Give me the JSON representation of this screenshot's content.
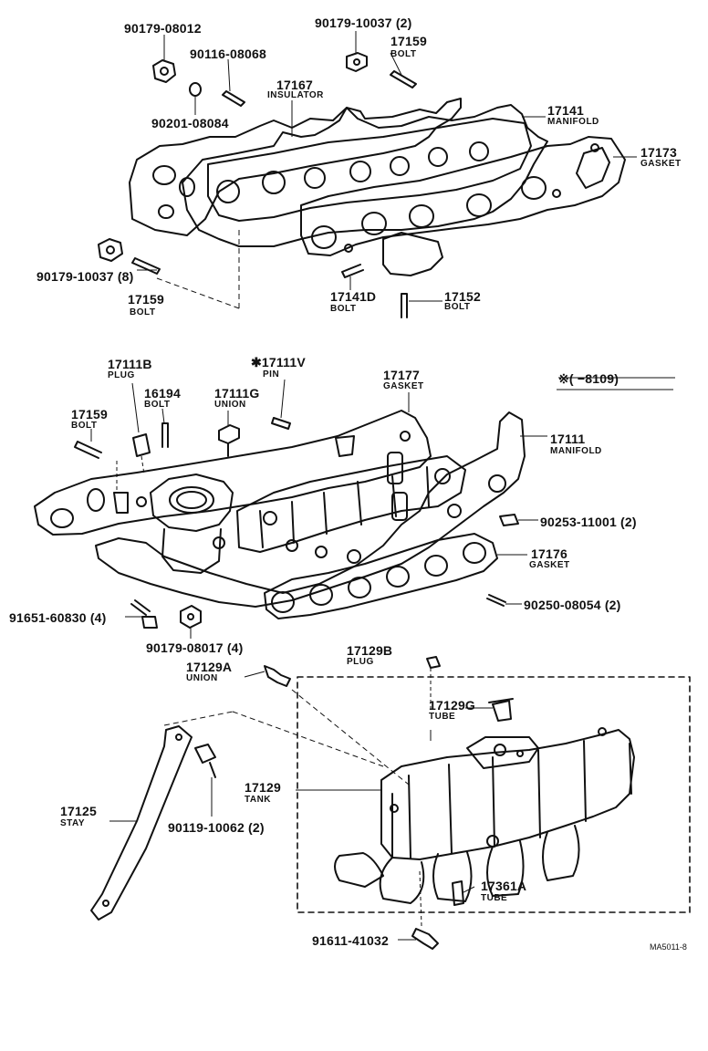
{
  "labels": {
    "p90179_08012": "90179-08012",
    "p90179_10037_2": "90179-10037 (2)",
    "p17159_top": "17159",
    "bolt_17159_top": "BOLT",
    "p90116_08068": "90116-08068",
    "p17167": "17167",
    "insulator": "INSULATOR",
    "p17141": "17141",
    "manifold_17141": "MANIFOLD",
    "p90201_08084": "90201-08084",
    "p17173": "17173",
    "gasket_17173": "GASKET",
    "p90179_10037_8": "90179-10037 (8)",
    "p17159_mid": "17159",
    "bolt_17159_mid": "BOLT",
    "p17141D": "17141D",
    "bolt_17141D": "BOLT",
    "p17152": "17152",
    "bolt_17152": "BOLT",
    "p17111B": "17111B",
    "plug_17111B": "PLUG",
    "p17111V": "✱17111V",
    "pin_17111V": "PIN",
    "p16194": "16194",
    "bolt_16194": "BOLT",
    "p17111G": "17111G",
    "union_17111G": "UNION",
    "p17177": "17177",
    "gasket_17177": "GASKET",
    "date_range": "※(        −8109)",
    "p17159_low": "17159",
    "bolt_17159_low": "BOLT",
    "p17111": "17111",
    "manifold_17111": "MANIFOLD",
    "p90253_11001": "90253-11001 (2)",
    "p17176": "17176",
    "gasket_17176": "GASKET",
    "p91651_60830": "91651-60830 (4)",
    "p90250_08054": "90250-08054 (2)",
    "p90179_08017": "90179-08017 (4)",
    "p17129B": "17129B",
    "plug_17129B": "PLUG",
    "p17129A": "17129A",
    "union_17129A": "UNION",
    "p17129G": "17129G",
    "tube_17129G": "TUBE",
    "p17129": "17129",
    "tank_17129": "TANK",
    "p17125": "17125",
    "stay_17125": "STAY",
    "p90119_10062": "90119-10062 (2)",
    "p17361A": "17361A",
    "tube_17361A": "TUBE",
    "p91611_41032": "91611-41032",
    "ref": "MA5011-8"
  },
  "colors": {
    "ink": "#111111",
    "paper": "#ffffff"
  }
}
